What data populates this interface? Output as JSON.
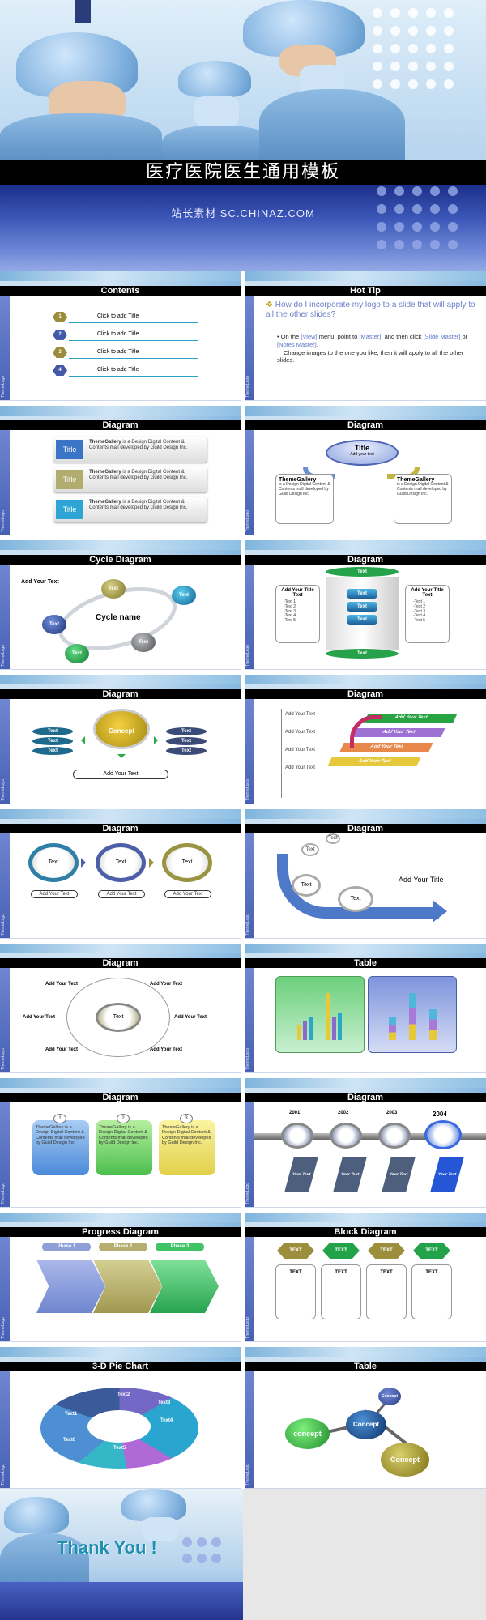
{
  "header": {
    "title": "医疗医院医生通用模板",
    "watermark": "站长素材 SC.CHINAZ.COM"
  },
  "side_label": "ThemeLogo",
  "slides": [
    {
      "title": "Contents",
      "items": [
        "Click to add Title",
        "Click to add Title",
        "Click to add Title",
        "Click to add Title"
      ],
      "nums": [
        "1",
        "2",
        "3",
        "4"
      ]
    },
    {
      "title": "Hot Tip",
      "question": "How do I incorporate my logo to a slide that will apply to all the other slides?",
      "a1": "On the",
      "view": "[View]",
      "a2": "menu, point to",
      "master": "[Master]",
      "a3": ", and then click",
      "slide_master": "[Slide Master]",
      "a4": "or",
      "notes_master": "[Notes Master]",
      "a5": ".",
      "line2": "Change images to the one you like, then it will apply to all the other slides."
    },
    {
      "title": "Diagram",
      "boxes": [
        {
          "label": "Title",
          "color": "#3a74c6"
        },
        {
          "label": "Title",
          "color": "#b0ad6e"
        },
        {
          "label": "Title",
          "color": "#2fa5d6"
        }
      ],
      "bold": "ThemeGallery",
      "desc": "is a Design Digital Content & Contents mall developed by Guild Design Inc."
    },
    {
      "title": "Diagram",
      "top_title": "Title",
      "top_sub": "Add your text",
      "left_head": "ThemeGallery",
      "left_body": "is a Design Digital Content & Contents mall developed by Guild Design Inc.",
      "right_head": "ThemeGallery",
      "right_body": "is a Design Digital Content & Contents mall developed by Guild Design Inc."
    },
    {
      "title": "Cycle Diagram",
      "label": "Add Your Text",
      "center": "Cycle name",
      "nodes": [
        "Text",
        "Text",
        "Text",
        "Text",
        "Text"
      ]
    },
    {
      "title": "Diagram",
      "top": "Text",
      "bottom": "Text",
      "stack": [
        "Text",
        "Text",
        "Text"
      ],
      "left_title": "Add Your Title Text",
      "right_title": "Add Your Title Text",
      "bullets": [
        "-Text 1",
        "-Text 2",
        "-Text 3",
        "-Text 4",
        "-Text 5"
      ]
    },
    {
      "title": "Diagram",
      "center": "Concept",
      "left": [
        "Text",
        "Text",
        "Text"
      ],
      "right": [
        "Text",
        "Text",
        "Text"
      ],
      "bottom": "Add Your Text"
    },
    {
      "title": "Diagram",
      "labels": [
        "Add Your Text",
        "Add Your Text",
        "Add Your Text",
        "Add Your Text"
      ],
      "steps": [
        "Add Your Text",
        "Add Your Text",
        "Add Your Text",
        "Add Your Text"
      ]
    },
    {
      "title": "Diagram",
      "circles": [
        "Text",
        "Text",
        "Text"
      ],
      "labels": [
        "Add Your Text",
        "Add Your Text",
        "Add Your Text"
      ]
    },
    {
      "title": "Diagram",
      "nodes": [
        "Text",
        "Text",
        "Text",
        "Text"
      ],
      "label": "Add Your Title"
    },
    {
      "title": "Diagram",
      "center": "Text",
      "labels": [
        "Add Your Text",
        "Add Your Text",
        "Add Your Text",
        "Add Your Text",
        "Add Your Text",
        "Add Your Text"
      ]
    },
    {
      "title": "Table"
    },
    {
      "title": "Diagram",
      "nums": [
        "1",
        "2",
        "3"
      ],
      "desc": "ThemeGallery is a Design Digital Content & Contents mall developed by Guild Design Inc."
    },
    {
      "title": "Diagram",
      "years": [
        "2001",
        "2002",
        "2003",
        "2004"
      ],
      "label": "Your Text"
    },
    {
      "title": "Progress Diagram",
      "phases": [
        "Phase 1",
        "Phase 2",
        "Phase 3"
      ]
    },
    {
      "title": "Block Diagram",
      "heads": [
        "TEXT",
        "TEXT",
        "TEXT",
        "TEXT"
      ],
      "boxes": [
        "TEXT",
        "TEXT",
        "TEXT",
        "TEXT"
      ]
    },
    {
      "title": "3-D Pie Chart",
      "labels": [
        "Text1",
        "Text2",
        "Text3",
        "Text4",
        "Text5",
        "Text6"
      ]
    },
    {
      "title": "Table",
      "nodes": [
        "concept",
        "Concept",
        "Concept",
        "Concept"
      ]
    }
  ],
  "closing": {
    "text": "Thank You !"
  }
}
